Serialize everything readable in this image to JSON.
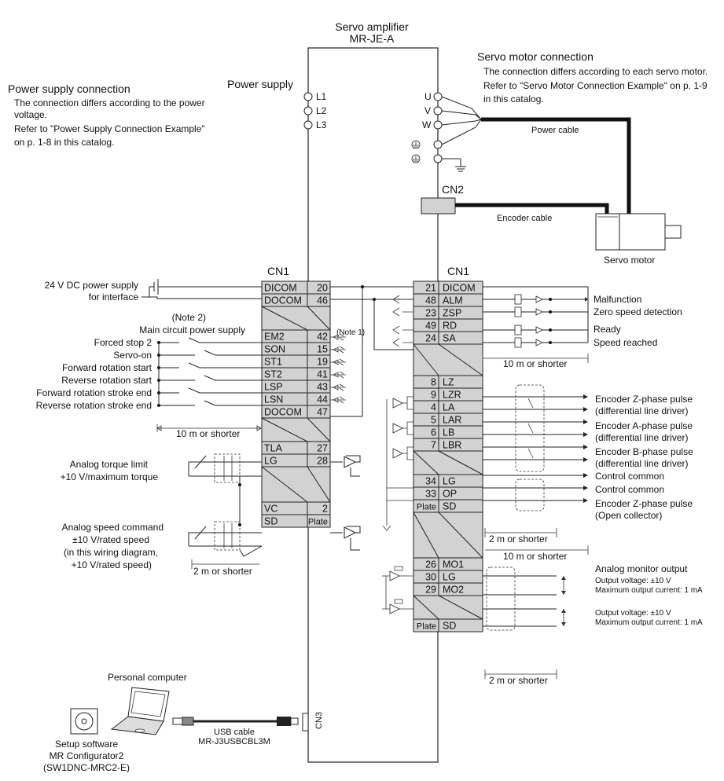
{
  "amplifier": {
    "title": "Servo amplifier",
    "model": "MR-JE-A"
  },
  "power": {
    "heading": "Power supply connection",
    "note1": "The connection differs according to the power",
    "note2": "voltage.",
    "note3": "Refer to \"Power Supply Connection Example\"",
    "note4": "on p. 1-8 in this catalog.",
    "supply_label": "Power supply",
    "terminals": [
      "L1",
      "L2",
      "L3"
    ]
  },
  "motor": {
    "heading": "Servo motor connection",
    "note1": "The connection differs according to each servo motor.",
    "note2": "Refer to \"Servo Motor Connection Example\" on p. 1-9",
    "note3": "in this catalog.",
    "terminals": [
      "U",
      "V",
      "W"
    ],
    "power_cable": "Power cable",
    "encoder_cable": "Encoder cable",
    "cn2": "CN2",
    "motor_label": "Servo motor"
  },
  "cn1_left": {
    "title": "CN1",
    "rows": [
      {
        "name": "DICOM",
        "pin": "20"
      },
      {
        "name": "DOCOM",
        "pin": "46"
      },
      {
        "name": "",
        "pin": ""
      },
      {
        "name": "EM2",
        "pin": "42"
      },
      {
        "name": "SON",
        "pin": "15"
      },
      {
        "name": "ST1",
        "pin": "19"
      },
      {
        "name": "ST2",
        "pin": "41"
      },
      {
        "name": "LSP",
        "pin": "43"
      },
      {
        "name": "LSN",
        "pin": "44"
      },
      {
        "name": "DOCOM",
        "pin": "47"
      },
      {
        "name": "",
        "pin": ""
      },
      {
        "name": "TLA",
        "pin": "27"
      },
      {
        "name": "LG",
        "pin": "28"
      },
      {
        "name": "",
        "pin": ""
      },
      {
        "name": "VC",
        "pin": "2"
      },
      {
        "name": "SD",
        "pin": "Plate"
      }
    ]
  },
  "cn1_right": {
    "title": "CN1",
    "rows": [
      {
        "pin": "21",
        "name": "DICOM"
      },
      {
        "pin": "48",
        "name": "ALM"
      },
      {
        "pin": "23",
        "name": "ZSP"
      },
      {
        "pin": "49",
        "name": "RD"
      },
      {
        "pin": "24",
        "name": "SA"
      },
      {
        "pin": "8",
        "name": "LZ"
      },
      {
        "pin": "9",
        "name": "LZR"
      },
      {
        "pin": "4",
        "name": "LA"
      },
      {
        "pin": "5",
        "name": "LAR"
      },
      {
        "pin": "6",
        "name": "LB"
      },
      {
        "pin": "7",
        "name": "LBR"
      },
      {
        "pin": "34",
        "name": "LG"
      },
      {
        "pin": "33",
        "name": "OP"
      },
      {
        "pin": "Plate",
        "name": "SD"
      },
      {
        "pin": "26",
        "name": "MO1"
      },
      {
        "pin": "30",
        "name": "LG"
      },
      {
        "pin": "29",
        "name": "MO2"
      },
      {
        "pin": "Plate",
        "name": "SD"
      }
    ]
  },
  "left_labels": {
    "dc24_1": "24 V DC power supply",
    "dc24_2": "for interface",
    "note2": "(Note 2)",
    "main_circuit": "Main circuit power supply",
    "note1": "(Note 1)",
    "inputs": [
      "Forced stop 2",
      "Servo-on",
      "Forward rotation start",
      "Reverse rotation start",
      "Forward rotation stroke end",
      "Reverse rotation stroke end"
    ],
    "dist_10m": "10 m or shorter",
    "torque1": "Analog torque limit",
    "torque2": "+10 V/maximum torque",
    "speed1": "Analog speed command",
    "speed2": "±10 V/rated speed",
    "speed3": "(in this wiring diagram,",
    "speed4": "+10 V/rated speed)",
    "dist_2m": "2 m or shorter"
  },
  "right_labels": {
    "outputs": [
      "Malfunction",
      "Zero speed detection",
      "Ready",
      "Speed reached"
    ],
    "dist_10m_a": "10 m or shorter",
    "encZ1": "Encoder Z-phase pulse",
    "encZ2": "(differential line driver)",
    "encA1": "Encoder A-phase pulse",
    "encA2": "(differential line driver)",
    "encB1": "Encoder B-phase pulse",
    "encB2": "(differential line driver)",
    "common1": "Control common",
    "common2": "Control common",
    "op1": "Encoder Z-phase pulse",
    "op2": "(Open collector)",
    "dist_2m_a": "2 m or shorter",
    "dist_10m_b": "10 m or shorter",
    "analog_mon": "Analog monitor output",
    "mo1_v": "Output voltage: ±10 V",
    "mo1_i": "Maximum output current: 1 mA",
    "mo2_v": "Output voltage: ±10 V",
    "mo2_i": "Maximum output current: 1 mA",
    "dist_2m_b": "2 m or shorter"
  },
  "pc": {
    "label": "Personal computer",
    "usb1": "USB cable",
    "usb2": "MR-J3USBCBL3M",
    "cn3": "CN3",
    "sw1": "Setup software",
    "sw2": "MR Configurator2",
    "sw3": "(SW1DNC-MRC2-E)"
  }
}
